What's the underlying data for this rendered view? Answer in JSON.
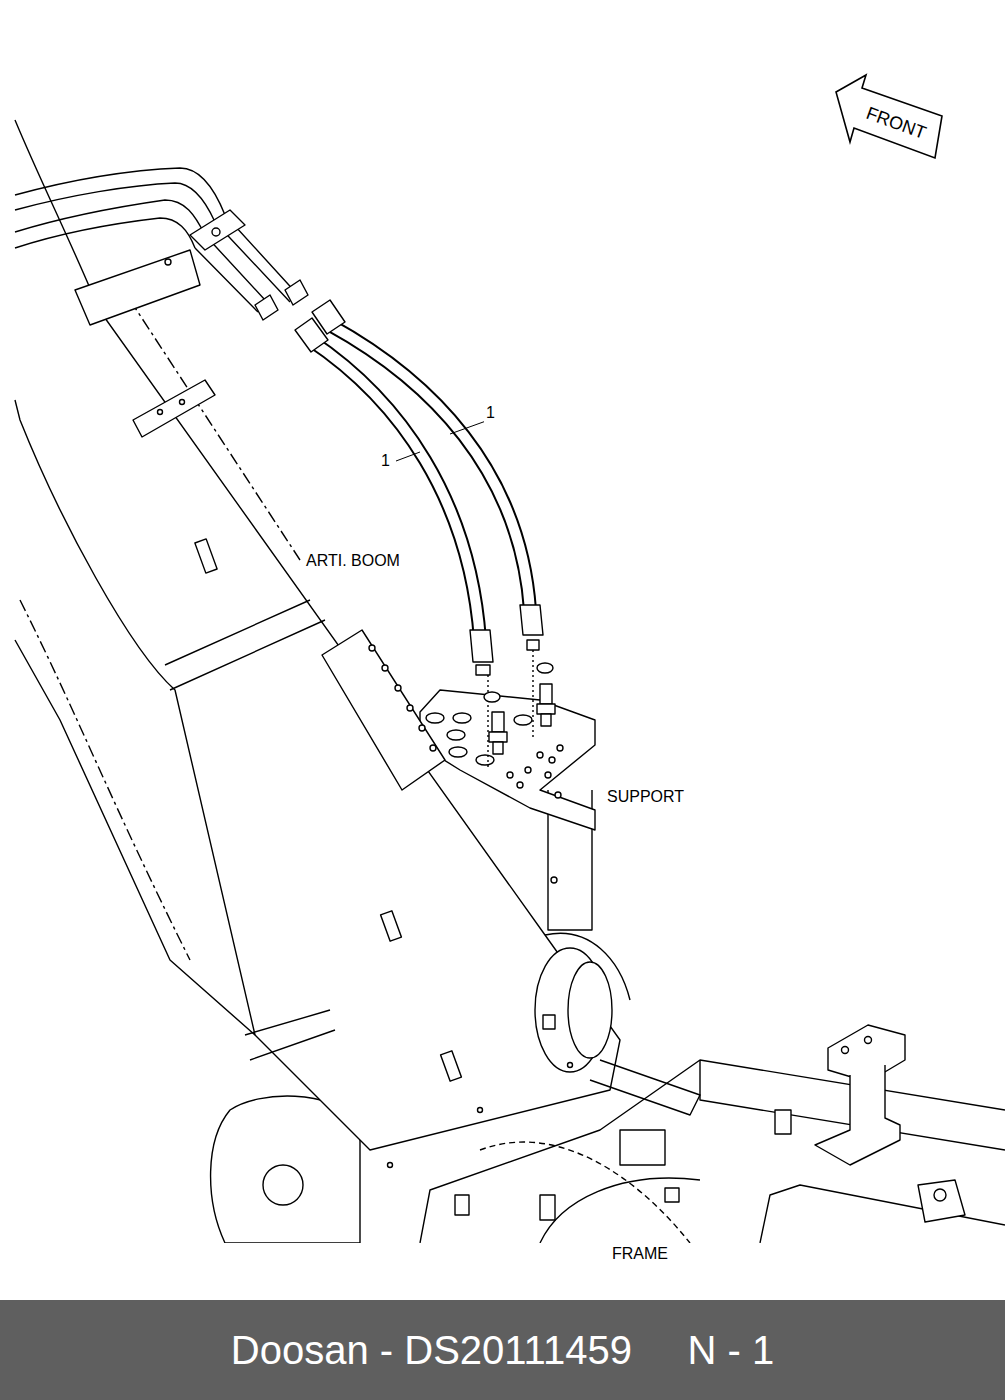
{
  "diagram": {
    "nodes": [
      {
        "text": [
          "FRONT"
        ]
      },
      {
        "text": [
          "Doosan - DS20111459     N - 1"
        ]
      }
    ],
    "labels": [
      "1",
      "1",
      "ARTI. BOOM",
      "SUPPORT",
      "FRAME"
    ]
  }
}
